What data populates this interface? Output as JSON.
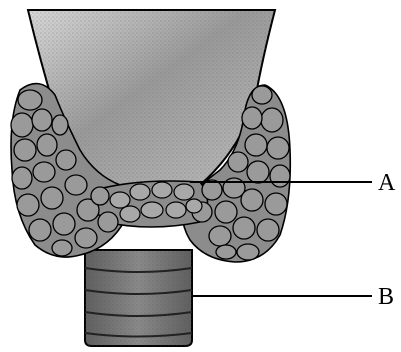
{
  "diagram": {
    "labels": [
      {
        "id": "A",
        "text": "A"
      },
      {
        "id": "B",
        "text": "B"
      }
    ],
    "colors": {
      "ink": "#000000",
      "lobe_fill": "#8a8a8a",
      "larynx_fill": "#b0b0b0",
      "trachea_fill": "#7a7a7a",
      "background": "#ffffff"
    }
  }
}
